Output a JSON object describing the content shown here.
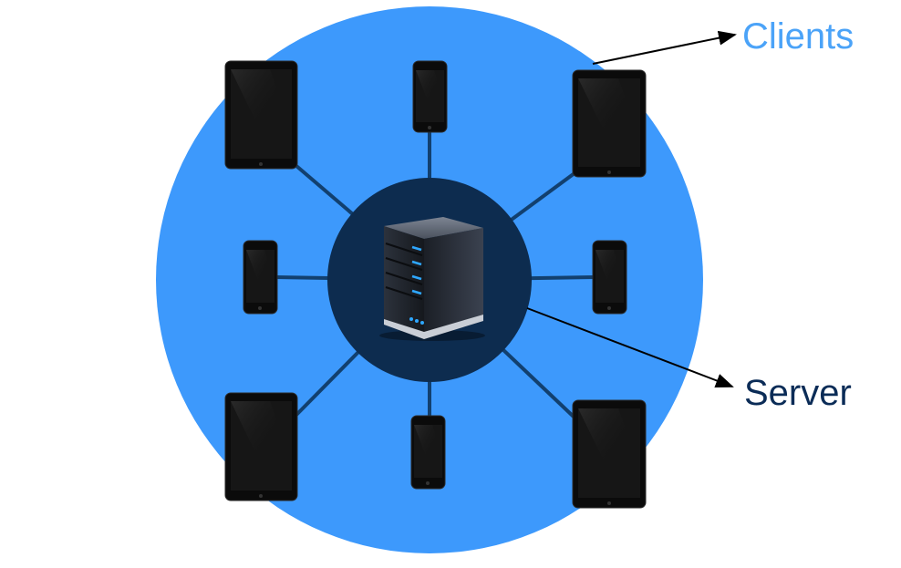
{
  "labels": {
    "clients": "Clients",
    "server": "Server"
  },
  "colors": {
    "outer_circle": "#3d99fc",
    "inner_circle": "#0d2c4f",
    "connector": "#12406f",
    "clients_text": "#4ba3f8",
    "server_text": "#0b2c57",
    "device_body": "#0b0b0b",
    "device_screen": "#1c1c1c",
    "server_led": "#2ea7ff",
    "arrow": "#000000"
  },
  "icons": {
    "server": "server-rack-icon",
    "tablet": "tablet-icon",
    "phone": "smartphone-icon"
  },
  "diagram": {
    "type": "client-server network",
    "client_count": 8,
    "tablets": 4,
    "phones": 4
  }
}
